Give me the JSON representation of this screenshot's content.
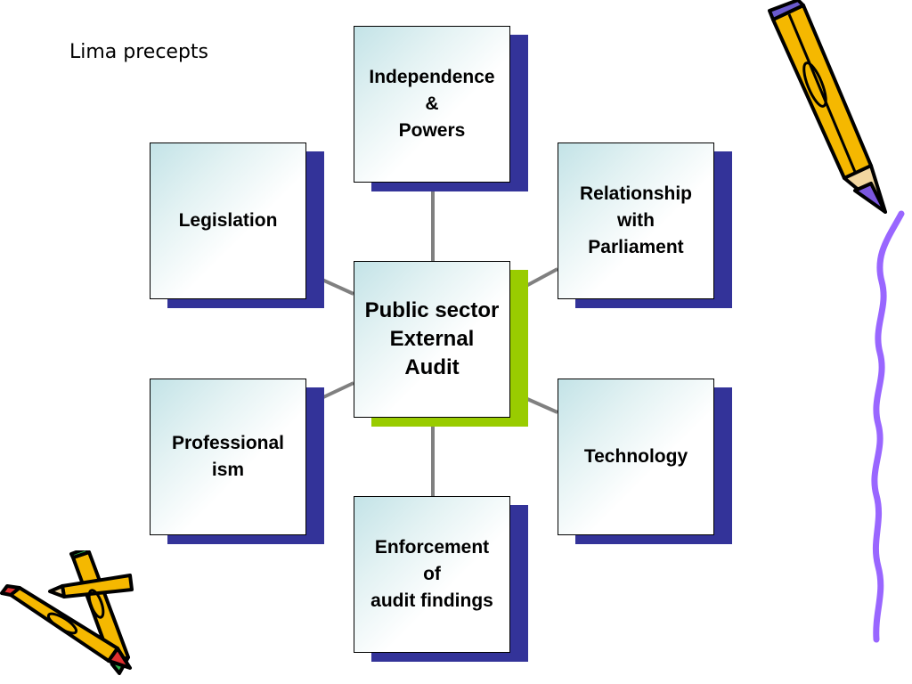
{
  "slide": {
    "title": "Lima precepts"
  },
  "diagram": {
    "center": {
      "label": "Public sector\nExternal\nAudit"
    },
    "nodes": [
      {
        "id": "independence",
        "label": "Independence\n&\nPowers"
      },
      {
        "id": "legislation",
        "label": "Legislation"
      },
      {
        "id": "relationship",
        "label": "Relationship\nwith\nParliament"
      },
      {
        "id": "professionalism",
        "label": "Professional\nism"
      },
      {
        "id": "technology",
        "label": "Technology"
      },
      {
        "id": "enforcement",
        "label": "Enforcement\nof\naudit findings"
      }
    ]
  },
  "colors": {
    "box_shadow": "#333399",
    "center_shadow": "#99cc00",
    "box_gradient_start": "#c3e3e7",
    "connector": "#808080"
  },
  "decorations": {
    "top_right": "pencil-icon",
    "bottom_left": "crossed-pencils-icon",
    "right_edge": "wavy-line"
  }
}
